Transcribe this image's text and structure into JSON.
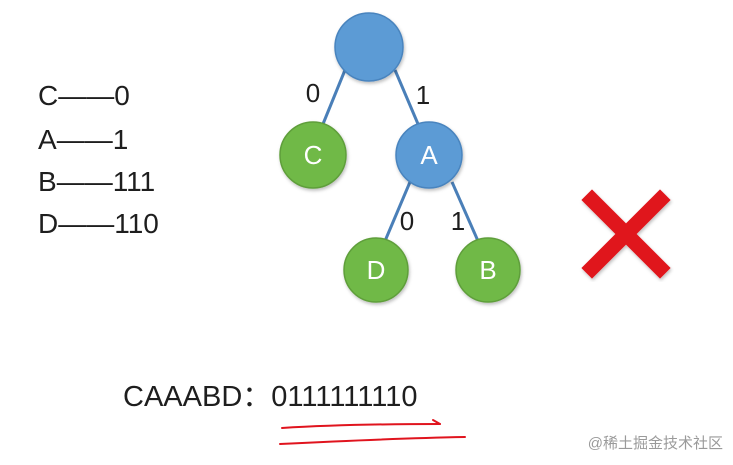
{
  "codes": [
    {
      "symbol": "C",
      "dash": "——",
      "code": "0"
    },
    {
      "symbol": "A",
      "dash": "——",
      "code": "1"
    },
    {
      "symbol": "B",
      "dash": "——",
      "code": "111"
    },
    {
      "symbol": "D",
      "dash": "——",
      "code": "110"
    }
  ],
  "tree": {
    "nodes": {
      "root": {
        "label": ""
      },
      "c": {
        "label": "C"
      },
      "a": {
        "label": "A"
      },
      "d": {
        "label": "D"
      },
      "b": {
        "label": "B"
      }
    },
    "edges": [
      {
        "from": "root",
        "to": "c",
        "label": "0"
      },
      {
        "from": "root",
        "to": "a",
        "label": "1"
      },
      {
        "from": "a",
        "to": "d",
        "label": "0"
      },
      {
        "from": "a",
        "to": "b",
        "label": "1"
      }
    ]
  },
  "encoding": {
    "label": "CAAABD：",
    "value": "0111111110"
  },
  "verdict_icon": "red-cross-icon",
  "watermark": "@稀土掘金技术社区",
  "colors": {
    "internal_node": "#5b9bd5",
    "leaf_node": "#70b947",
    "edge": "#4a7fb8",
    "cross": "#e0141e",
    "underline": "#e0141e"
  }
}
